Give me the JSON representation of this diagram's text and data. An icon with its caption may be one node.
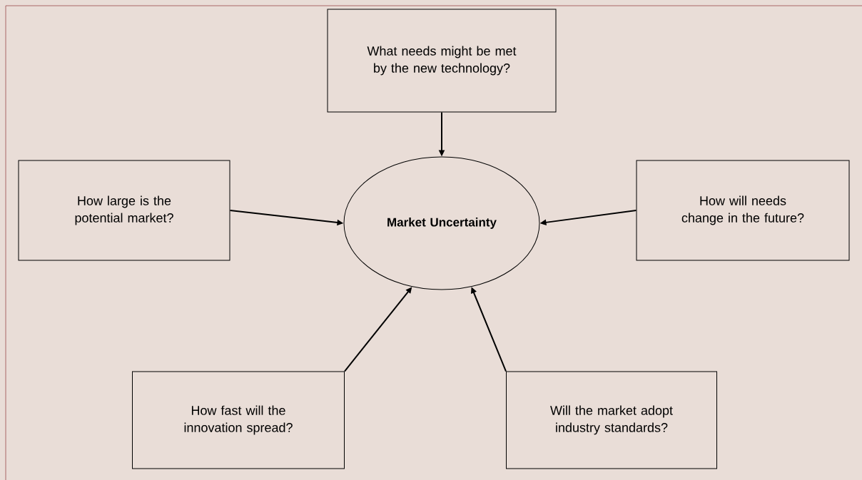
{
  "diagram": {
    "nodes": [
      {
        "text": [
          "Market Uncertainty"
        ]
      },
      {
        "text": [
          "What needs might be met by the new technology?"
        ]
      },
      {
        "text": [
          "How large is the potential market?"
        ]
      },
      {
        "text": [
          "How will needs change in the future?"
        ]
      },
      {
        "text": [
          "How fast will the innovation spread?"
        ]
      },
      {
        "text": [
          "Will the market adopt industry standards?"
        ]
      }
    ],
    "edges": [
      {
        "from": 1,
        "to": 0,
        "arrow": "to"
      },
      {
        "from": 2,
        "to": 0,
        "arrow": "to"
      },
      {
        "from": 3,
        "to": 0,
        "arrow": "to"
      },
      {
        "from": 4,
        "to": 0,
        "arrow": "to"
      },
      {
        "from": 5,
        "to": 0,
        "arrow": "to"
      }
    ]
  }
}
